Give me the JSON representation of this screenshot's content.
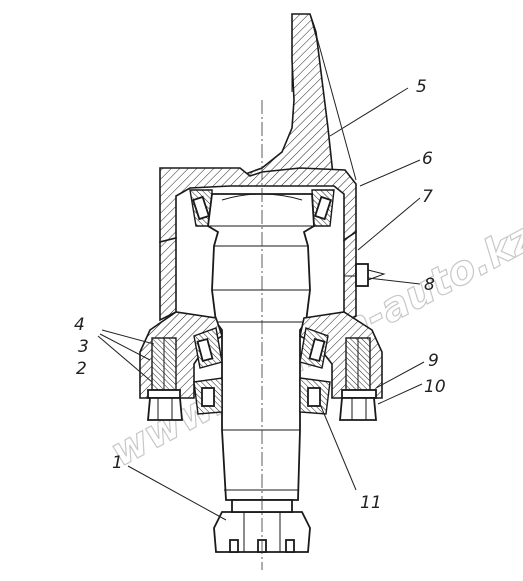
{
  "diagram": {
    "callouts": [
      {
        "id": "1",
        "label": "1"
      },
      {
        "id": "2",
        "label": "2"
      },
      {
        "id": "3",
        "label": "3"
      },
      {
        "id": "4",
        "label": "4"
      },
      {
        "id": "5",
        "label": "5"
      },
      {
        "id": "6",
        "label": "6"
      },
      {
        "id": "7",
        "label": "7"
      },
      {
        "id": "8",
        "label": "8"
      },
      {
        "id": "9",
        "label": "9"
      },
      {
        "id": "10",
        "label": "10"
      },
      {
        "id": "11",
        "label": "11"
      }
    ],
    "watermark": "www.elrhron-auto.kz"
  },
  "colors": {
    "line": "#1a1a1a",
    "background": "#ffffff",
    "watermark": "#c8c8c8"
  }
}
